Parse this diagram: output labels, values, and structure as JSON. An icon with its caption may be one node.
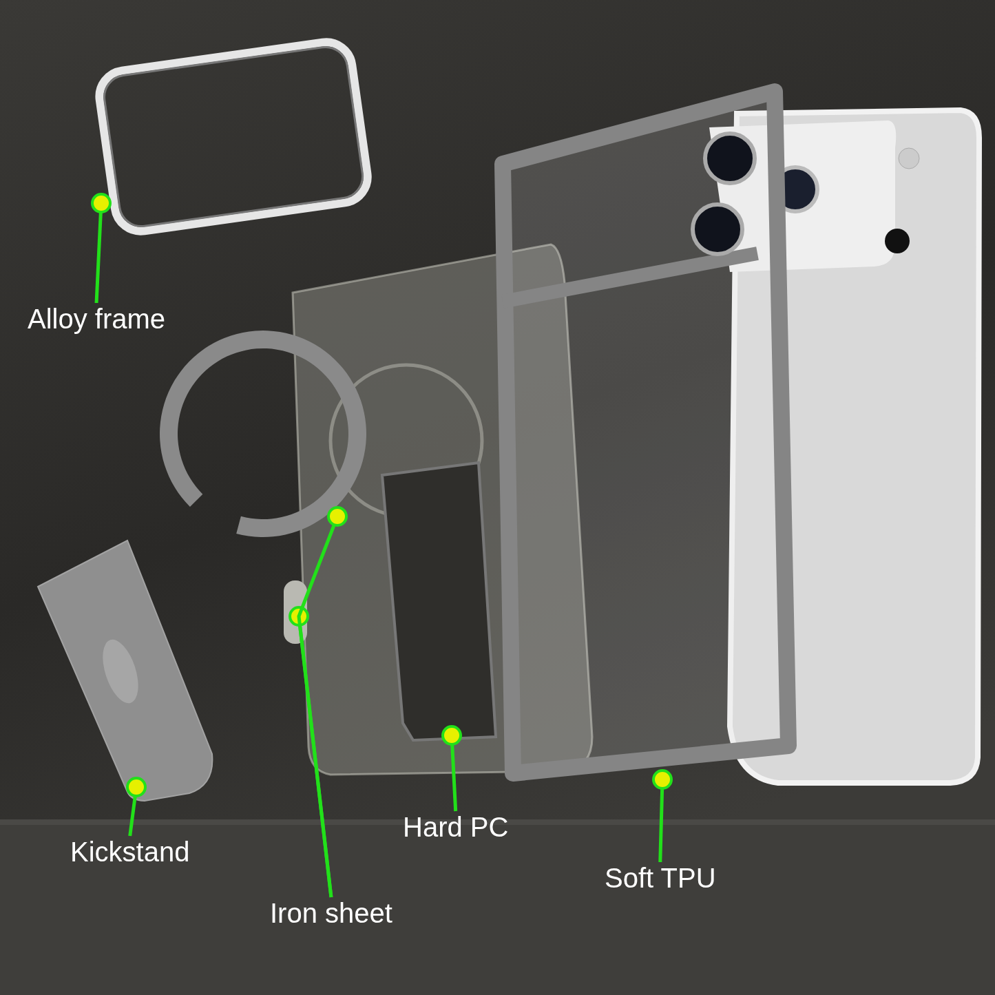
{
  "diagram": {
    "nodes": [
      {
        "text": [
          "Alloy frame"
        ]
      },
      {
        "text": [],
        "shape": "box"
      },
      {
        "text": [],
        "shape": "picture"
      },
      {
        "text": [],
        "shape": "bar"
      },
      {
        "text": [],
        "shape": "picture"
      },
      {
        "text": [],
        "shape": "picture"
      },
      {
        "text": [],
        "shape": "picture"
      },
      {
        "text": [
          "Kickstand"
        ]
      },
      {
        "text": [
          "Iron sheet"
        ]
      },
      {
        "text": [
          "Hard PC"
        ]
      },
      {
        "text": [
          "Soft TPU"
        ]
      }
    ],
    "edges": [
      {
        "from": 0,
        "to": 1,
        "arrow": "other"
      },
      {
        "from": 7,
        "to": 4,
        "arrow": "other"
      },
      {
        "from": 8,
        "to": 3,
        "arrow": "other"
      },
      {
        "from": 8,
        "to": 2,
        "arrow": "other"
      },
      {
        "from": 9,
        "to": 5,
        "arrow": "other"
      },
      {
        "from": 10,
        "to": 6,
        "arrow": "other"
      }
    ]
  }
}
